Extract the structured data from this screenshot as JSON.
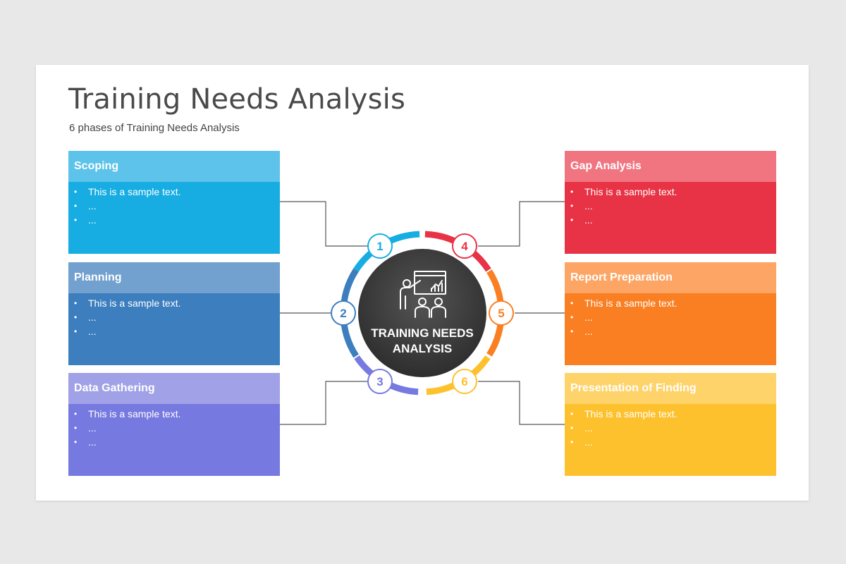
{
  "title": "Training Needs Analysis",
  "subtitle": "6 phases of Training Needs Analysis",
  "center_label": [
    "TRAINING NEEDS",
    "ANALYSIS"
  ],
  "center_icon": "presentation-teacher-icon",
  "colors": {
    "background": "#e9e8e9",
    "center_circle": "#3a3a3a"
  },
  "phases": [
    {
      "number": "1",
      "title": "Scoping",
      "head_color": "#5dc3ea",
      "body_color": "#17ade2",
      "items": [
        "This is a sample text.",
        "...",
        "..."
      ]
    },
    {
      "number": "2",
      "title": "Planning",
      "head_color": "#72a0cf",
      "body_color": "#3c7ebe",
      "items": [
        "This is a sample text.",
        "...",
        "..."
      ]
    },
    {
      "number": "3",
      "title": "Data Gathering",
      "head_color": "#a0a1e6",
      "body_color": "#7679df",
      "items": [
        "This is a sample text.",
        "...",
        "..."
      ]
    },
    {
      "number": "4",
      "title": "Gap Analysis",
      "head_color": "#f07580",
      "body_color": "#e83245",
      "items": [
        "This is a sample text.",
        "...",
        "..."
      ]
    },
    {
      "number": "5",
      "title": "Report Preparation",
      "head_color": "#fda565",
      "body_color": "#fa7f22",
      "items": [
        "This is a sample text.",
        "...",
        "..."
      ]
    },
    {
      "number": "6",
      "title": "Presentation of Finding",
      "head_color": "#fed36a",
      "body_color": "#fec12e",
      "items": [
        "This is a sample text.",
        "...",
        "..."
      ]
    }
  ]
}
